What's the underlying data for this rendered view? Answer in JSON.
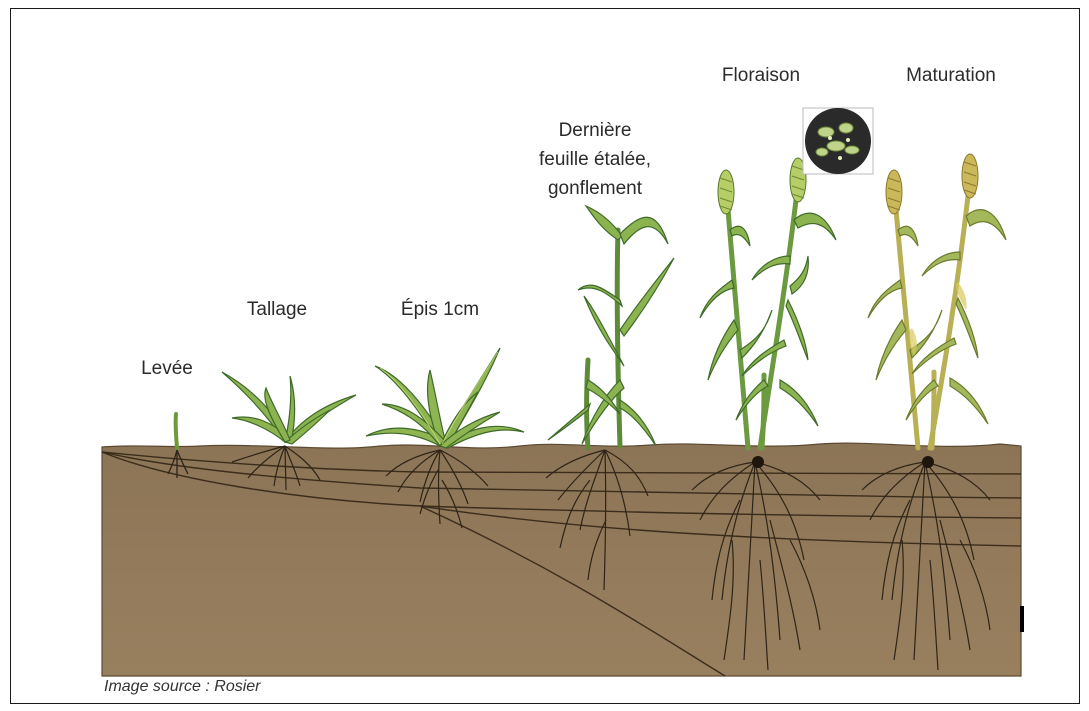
{
  "stages": [
    {
      "key": "levee",
      "label": "Levée"
    },
    {
      "key": "tallage",
      "label": "Tallage"
    },
    {
      "key": "epis",
      "label": "Épis 1cm"
    },
    {
      "key": "derniere",
      "label": "Dernière\nfeuille étalée,\ngonflement"
    },
    {
      "key": "floraison",
      "label": "Floraison"
    },
    {
      "key": "maturation",
      "label": "Maturation"
    }
  ],
  "credit": "Image source : Rosier",
  "colors": {
    "soil": "#8f7759",
    "soil_edge": "#6e5a40",
    "leaf_green": "#7fa84a",
    "leaf_light": "#c9df7a",
    "leaf_dark": "#3f6b2a",
    "ripe": "#c9b85a",
    "root": "#2e2418"
  },
  "icons": {
    "flower_inset": "wheat-flower-closeup-icon"
  }
}
